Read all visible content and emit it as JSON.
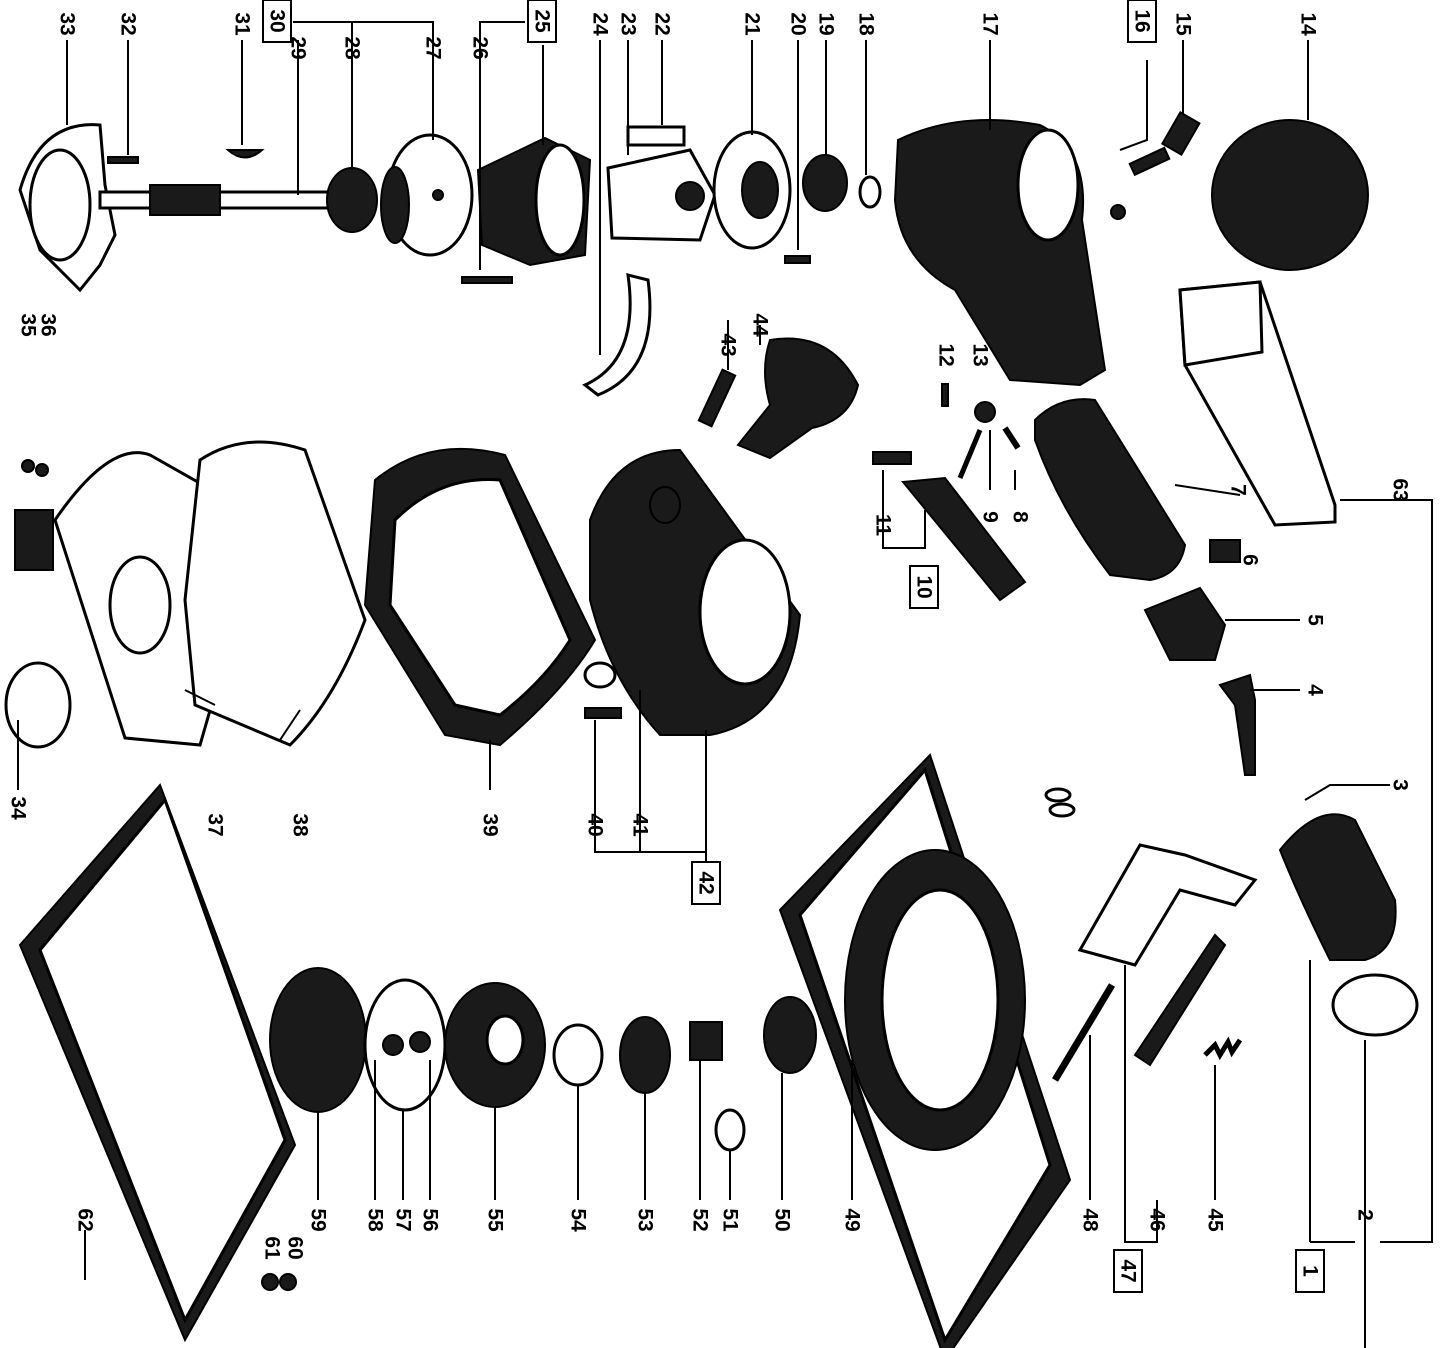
{
  "diagram": {
    "parts": [
      {
        "id": "1",
        "label": "1",
        "boxed": true
      },
      {
        "id": "2",
        "label": "2"
      },
      {
        "id": "3",
        "label": "3"
      },
      {
        "id": "4",
        "label": "4"
      },
      {
        "id": "5",
        "label": "5"
      },
      {
        "id": "6",
        "label": "6"
      },
      {
        "id": "7",
        "label": "7"
      },
      {
        "id": "8",
        "label": "8"
      },
      {
        "id": "9",
        "label": "9"
      },
      {
        "id": "10",
        "label": "10",
        "boxed": true
      },
      {
        "id": "11",
        "label": "11"
      },
      {
        "id": "12",
        "label": "12"
      },
      {
        "id": "13",
        "label": "13"
      },
      {
        "id": "14",
        "label": "14"
      },
      {
        "id": "15",
        "label": "15"
      },
      {
        "id": "16",
        "label": "16",
        "boxed": true
      },
      {
        "id": "17",
        "label": "17"
      },
      {
        "id": "18",
        "label": "18"
      },
      {
        "id": "19",
        "label": "19"
      },
      {
        "id": "20",
        "label": "20"
      },
      {
        "id": "21",
        "label": "21"
      },
      {
        "id": "22",
        "label": "22"
      },
      {
        "id": "23",
        "label": "23"
      },
      {
        "id": "24",
        "label": "24"
      },
      {
        "id": "25",
        "label": "25",
        "boxed": true
      },
      {
        "id": "26",
        "label": "26"
      },
      {
        "id": "27",
        "label": "27"
      },
      {
        "id": "28",
        "label": "28"
      },
      {
        "id": "29",
        "label": "29"
      },
      {
        "id": "30",
        "label": "30",
        "boxed": true
      },
      {
        "id": "31",
        "label": "31"
      },
      {
        "id": "32",
        "label": "32"
      },
      {
        "id": "33",
        "label": "33"
      },
      {
        "id": "34",
        "label": "34"
      },
      {
        "id": "35",
        "label": "35"
      },
      {
        "id": "36",
        "label": "36"
      },
      {
        "id": "37",
        "label": "37"
      },
      {
        "id": "38",
        "label": "38"
      },
      {
        "id": "39",
        "label": "39"
      },
      {
        "id": "40",
        "label": "40"
      },
      {
        "id": "41",
        "label": "41"
      },
      {
        "id": "42",
        "label": "42",
        "boxed": true
      },
      {
        "id": "43",
        "label": "43"
      },
      {
        "id": "44",
        "label": "44"
      },
      {
        "id": "45",
        "label": "45"
      },
      {
        "id": "46",
        "label": "46"
      },
      {
        "id": "47",
        "label": "47",
        "boxed": true
      },
      {
        "id": "48",
        "label": "48"
      },
      {
        "id": "49",
        "label": "49"
      },
      {
        "id": "50",
        "label": "50"
      },
      {
        "id": "51",
        "label": "51"
      },
      {
        "id": "52",
        "label": "52"
      },
      {
        "id": "53",
        "label": "53"
      },
      {
        "id": "54",
        "label": "54"
      },
      {
        "id": "55",
        "label": "55"
      },
      {
        "id": "56",
        "label": "56"
      },
      {
        "id": "57",
        "label": "57"
      },
      {
        "id": "58",
        "label": "58"
      },
      {
        "id": "59",
        "label": "59"
      },
      {
        "id": "60",
        "label": "60"
      },
      {
        "id": "61",
        "label": "61"
      },
      {
        "id": "62",
        "label": "62"
      },
      {
        "id": "63",
        "label": "63"
      }
    ]
  }
}
